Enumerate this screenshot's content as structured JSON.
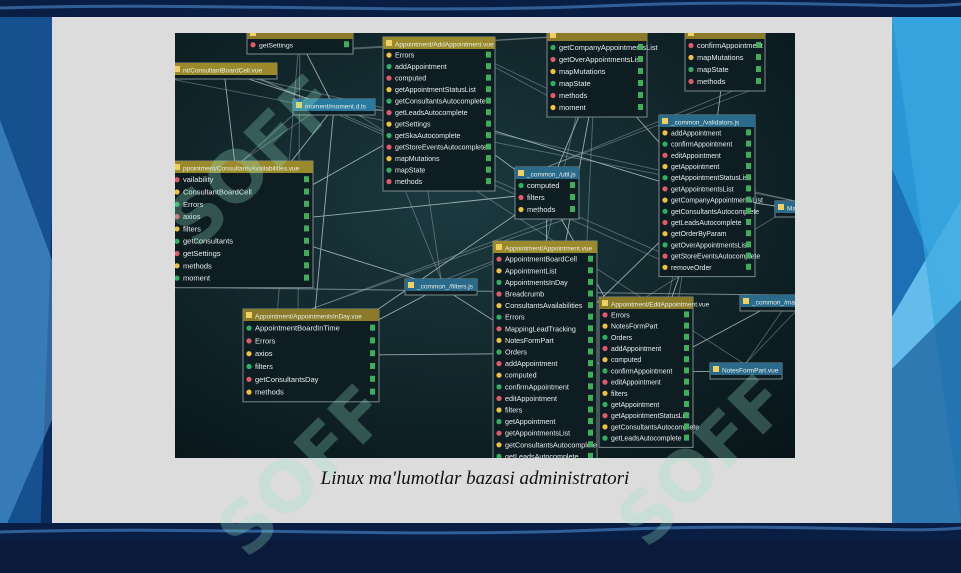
{
  "slide": {
    "caption": "Linux ma'lumotlar bazasi administratori",
    "watermark_text": "SOFF"
  },
  "diagram": {
    "boxes": [
      {
        "title": "",
        "rows": [
          "getSettings"
        ]
      },
      {
        "title": "Appointment/AddAppointment.vue",
        "rows": [
          "Errors",
          "addAppointment",
          "computed",
          "getAppointmentStatusList",
          "getConsultantsAutocomplete",
          "getLeadsAutocomplete",
          "getSettings",
          "getSkaAutocomplete",
          "getStoreEventsAutocomplete",
          "mapMutations",
          "mapState",
          "methods"
        ]
      },
      {
        "title": "",
        "rows": [
          "getCompanyAppointmentsList",
          "getOverAppointmentsList",
          "mapMutations",
          "mapState",
          "methods",
          "moment"
        ]
      },
      {
        "title": "",
        "rows": [
          "confirmAppointment",
          "mapMutations",
          "mapState",
          "methods"
        ]
      },
      {
        "title": "nt/ConsultantBoardCell.vue",
        "rows": []
      },
      {
        "title": "moment/moment.d.ts",
        "rows": []
      },
      {
        "title": "ppointment/ConsultantsAvailabilities.vue",
        "rows": [
          "vailability",
          "ConsultantBoardCell",
          "Errors",
          "axios",
          "filters",
          "getConsultants",
          "getSettings",
          "methods",
          "moment"
        ]
      },
      {
        "title": "_common_/validators.js",
        "rows": [
          "addAppointment",
          "confirmAppointment",
          "editAppointment",
          "getAppointment",
          "getAppointmentStatusList",
          "getAppointmentsList",
          "getCompanyAppointmentsList",
          "getConsultantsAutocomplete",
          "getLeadsAutocomplete",
          "getOrderByParam",
          "getOverAppointmentsList",
          "getStoreEventsAutocomplete",
          "removeOrder"
        ]
      },
      {
        "title": "_common_/util.js",
        "rows": [
          "computed",
          "filters",
          "methods"
        ]
      },
      {
        "title": "Appointment/Appointment.vue",
        "rows": [
          "AppointmentBoardCell",
          "AppointmentList",
          "AppointmentsInDay",
          "Breadcrumb",
          "ConsultantsAvailabilities",
          "Errors",
          "MappingLeadTracking",
          "NotesFormPart",
          "Orders",
          "addAppointment",
          "computed",
          "confirmAppointment",
          "editAppointment",
          "filters",
          "getAppointment",
          "getAppointmentsList",
          "getConsultantsAutocomplete",
          "getLeadsAutocomplete"
        ]
      },
      {
        "title": "_common_/filters.js",
        "rows": []
      },
      {
        "title": "Appointment/AppointmentsInDay.vue",
        "rows": [
          "AppointmentBoardInTime",
          "Errors",
          "axios",
          "filters",
          "getConsultantsDay",
          "methods"
        ]
      },
      {
        "title": "Appointment/EditAppointment.vue",
        "rows": [
          "Errors",
          "NotesFormPart",
          "Orders",
          "addAppointment",
          "computed",
          "confirmAppointment",
          "editAppointment",
          "filters",
          "getAppointment",
          "getAppointmentStatusList",
          "getConsultantsAutocomplete",
          "getLeadsAutocomplete"
        ]
      },
      {
        "title": "_common_/mapping",
        "rows": []
      },
      {
        "title": "NotesFormPart.vue",
        "rows": []
      },
      {
        "title": "Ma",
        "rows": []
      }
    ]
  }
}
